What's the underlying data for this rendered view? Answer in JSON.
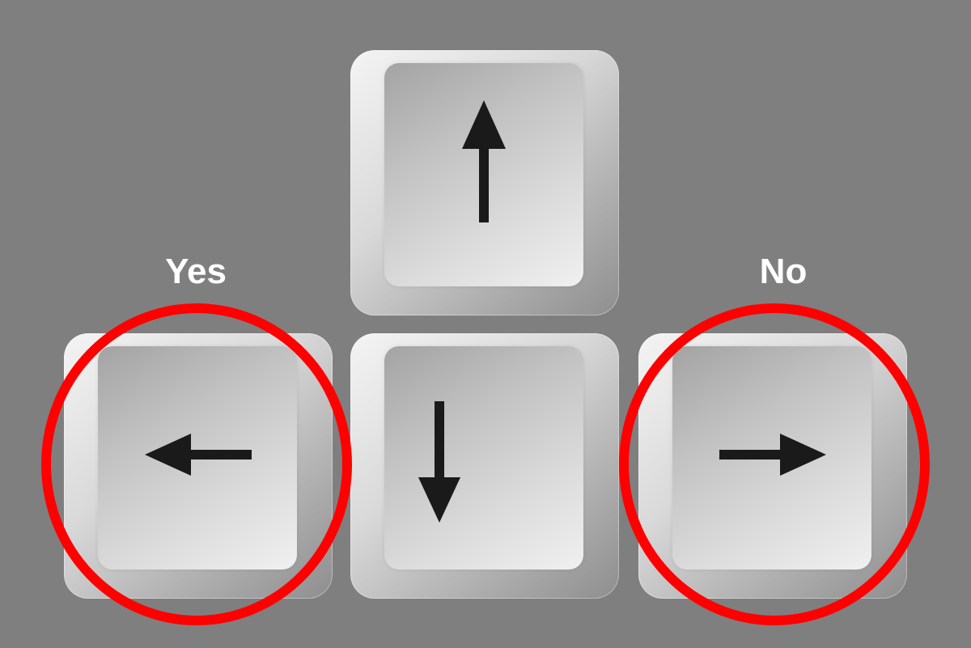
{
  "labels": {
    "left": "Yes",
    "right": "No"
  },
  "keys": [
    {
      "name": "up-arrow-key",
      "icon": "arrow-up-icon"
    },
    {
      "name": "down-arrow-key",
      "icon": "arrow-down-icon"
    },
    {
      "name": "left-arrow-key",
      "icon": "arrow-left-icon"
    },
    {
      "name": "right-arrow-key",
      "icon": "arrow-right-icon"
    }
  ],
  "colors": {
    "background": "#7f7f7f",
    "highlight_circle": "#ff0000",
    "label_text": "#ffffff",
    "arrow": "#1a1a1a"
  }
}
